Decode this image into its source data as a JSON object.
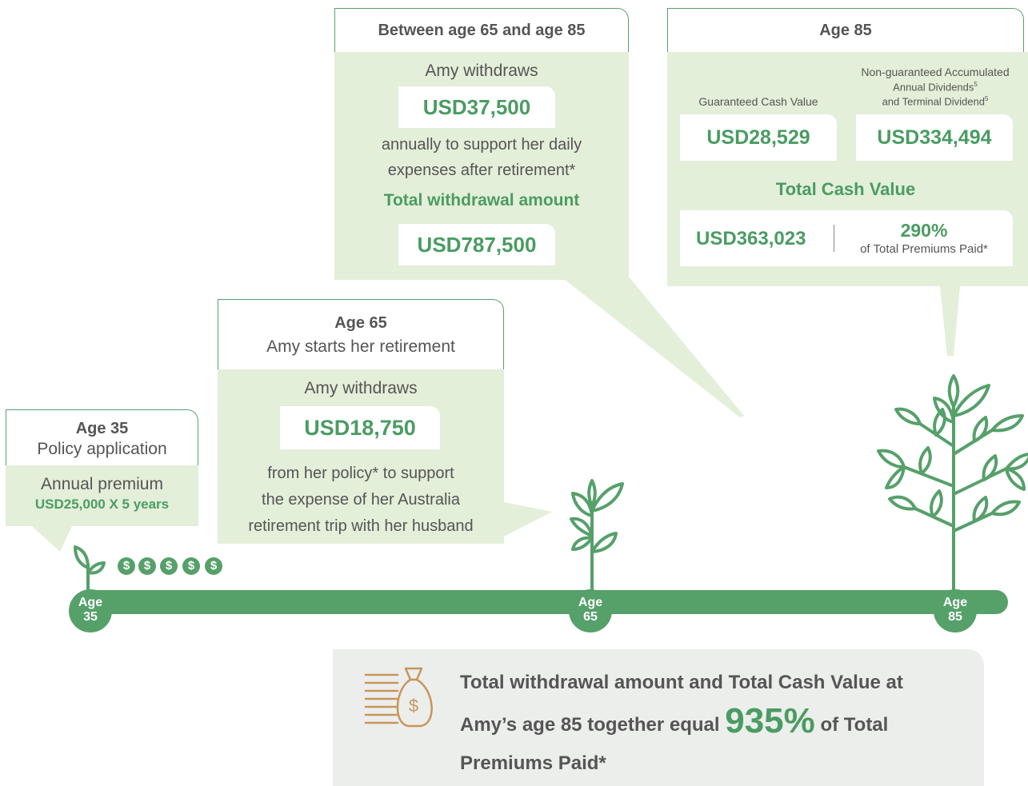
{
  "card35": {
    "age_title": "Age 35",
    "subtitle": "Policy application",
    "premium_label": "Annual premium",
    "premium_value": "USD25,000 X 5 years"
  },
  "card65": {
    "age_title": "Age 65",
    "subtitle": "Amy starts her retirement",
    "withdraw_label": "Amy withdraws",
    "amount": "USD18,750",
    "desc_line1": "from her policy* to support",
    "desc_line2": "the expense of her Australia",
    "desc_line3": "retirement trip with her husband"
  },
  "card65to85": {
    "title": "Between age 65 and age 85",
    "withdraw_label": "Amy withdraws",
    "amount": "USD37,500",
    "desc_line1": "annually to support her daily",
    "desc_line2": "expenses after retirement*",
    "total_label": "Total withdrawal amount",
    "total_amount": "USD787,500"
  },
  "card85": {
    "title": "Age 85",
    "guaranteed_label": "Guaranteed Cash Value",
    "nonguaranteed_line1": "Non-guaranteed Accumulated",
    "nonguaranteed_line2": "Annual Dividends",
    "nonguaranteed_line3": "and Terminal Dividend",
    "footnote_mark": "5",
    "guaranteed_value": "USD28,529",
    "nonguaranteed_value": "USD334,494",
    "total_label": "Total Cash Value",
    "total_value": "USD363,023",
    "total_pct": "290%",
    "total_pct_label": "of Total Premiums Paid*"
  },
  "timeline": {
    "nodes": [
      {
        "line1": "Age",
        "line2": "35"
      },
      {
        "line1": "Age",
        "line2": "65"
      },
      {
        "line1": "Age",
        "line2": "85"
      }
    ],
    "coin_symbol": "$"
  },
  "summary": {
    "text_part1": "Total withdrawal amount and Total Cash Value at",
    "text_part2": "Amy’s age 85 together equal",
    "highlight": "935%",
    "text_part3": "of Total",
    "text_part4": "Premiums Paid*"
  },
  "colors": {
    "green": "#56a06a",
    "green_text": "#4a9c62",
    "light_green": "#e3efd9",
    "summary_bg": "#eceeec",
    "moneybag_brown": "#c8955b"
  }
}
